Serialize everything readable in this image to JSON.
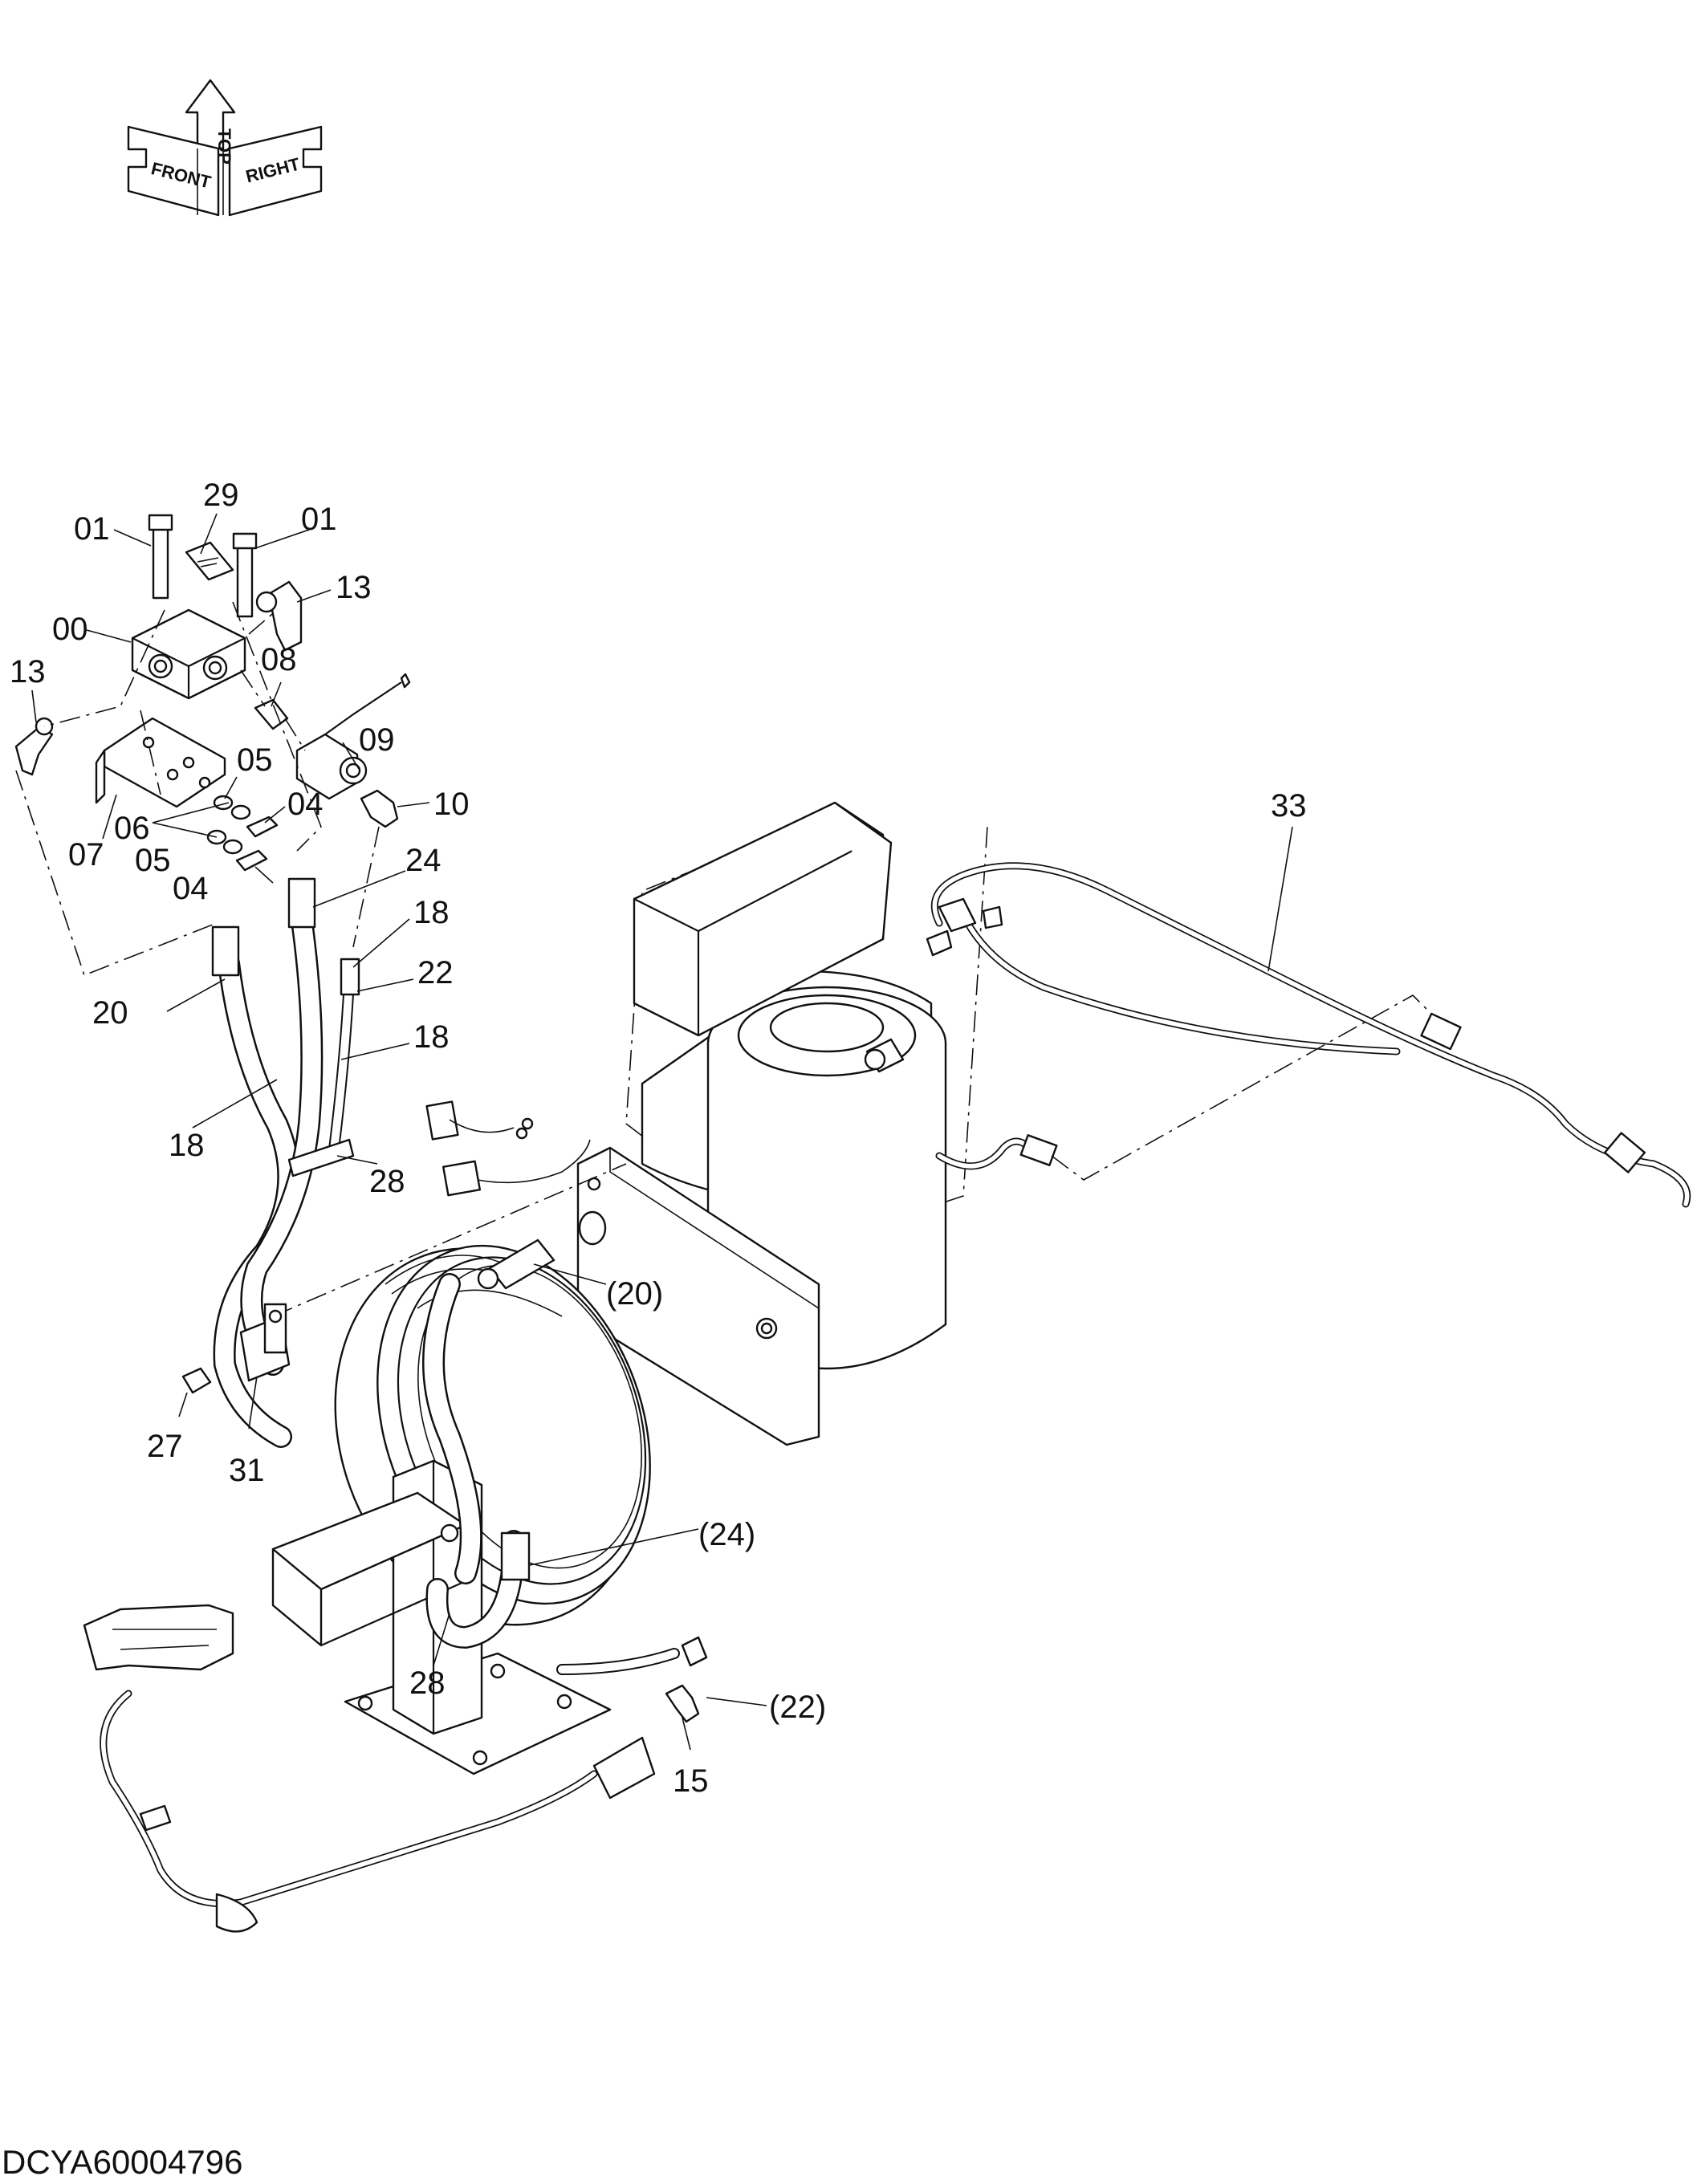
{
  "orientation_symbol": {
    "front": "FRONT",
    "top": "TOP",
    "right": "RIGHT"
  },
  "callouts": {
    "c00": "00",
    "c01a": "01",
    "c01b": "01",
    "c29": "29",
    "c13a": "13",
    "c13b": "13",
    "c08": "08",
    "c09": "09",
    "c05a": "05",
    "c05b": "05",
    "c04a": "04",
    "c04b": "04",
    "c06": "06",
    "c07": "07",
    "c10": "10",
    "c24": "24",
    "c18a": "18",
    "c18b": "18",
    "c18c": "18",
    "c22": "22",
    "c20": "20",
    "c28a": "28",
    "c28b": "28",
    "c27": "27",
    "c31": "31",
    "c20p": "(20)",
    "c24p": "(24)",
    "c22p": "(22)",
    "c15": "15",
    "c33": "33"
  },
  "drawing_code": "DCYA60004796"
}
